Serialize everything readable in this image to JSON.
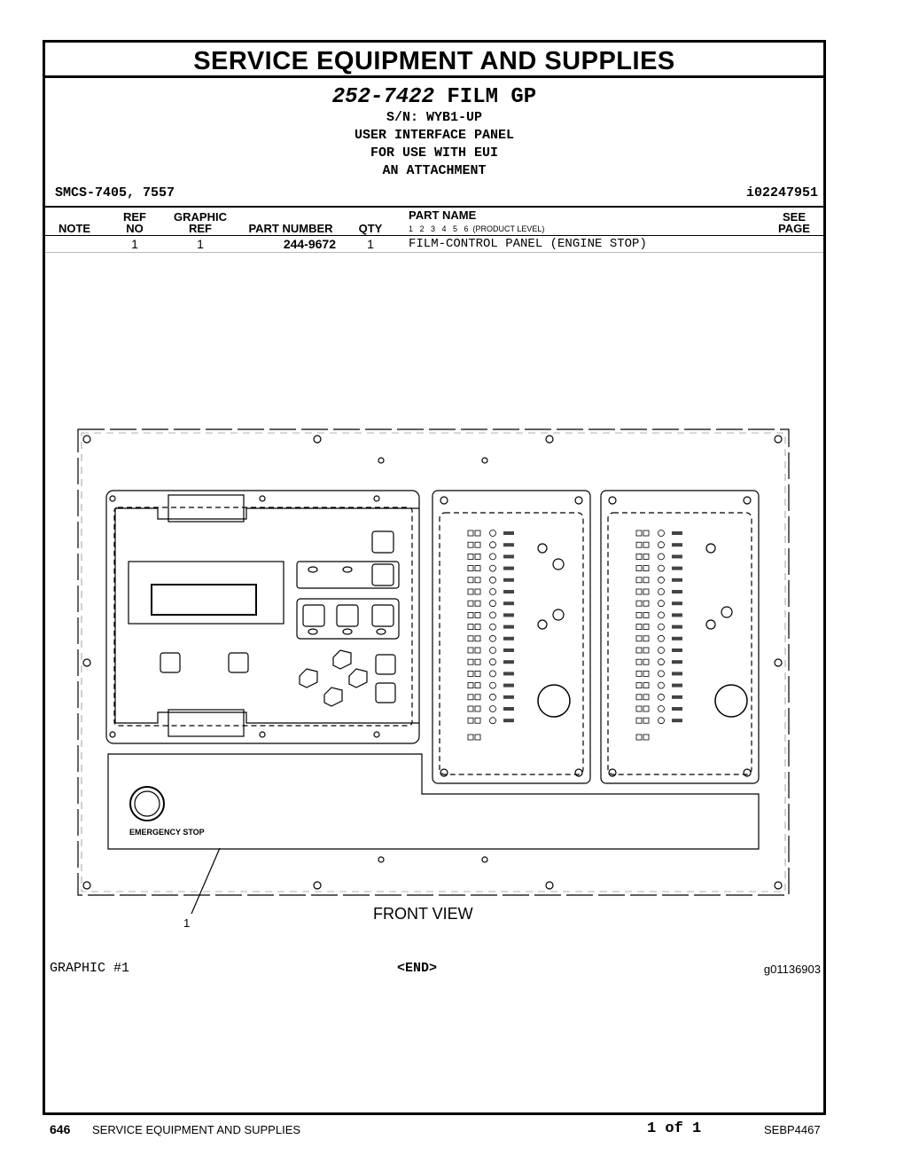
{
  "page_title": "SERVICE EQUIPMENT AND SUPPLIES",
  "group": {
    "number": "252-7422",
    "name": "FILM GP",
    "serial": "S/N: WYB1-UP",
    "lines": [
      "USER INTERFACE PANEL",
      "FOR USE WITH EUI",
      "AN ATTACHMENT"
    ]
  },
  "smcs": "SMCS-7405, 7557",
  "illustration_id": "i02247951",
  "table": {
    "headers": {
      "note": "NOTE",
      "ref_top": "REF",
      "ref_bottom": "NO",
      "graphic_top": "GRAPHIC",
      "graphic_bottom": "REF",
      "part_number": "PART NUMBER",
      "qty": "QTY",
      "part_name": "PART NAME",
      "product_level": "1   2   3   4   5   6  (PRODUCT LEVEL)",
      "see_top": "SEE",
      "see_bottom": "PAGE"
    },
    "rows": [
      {
        "note": "",
        "ref_no": "1",
        "graphic_ref": "1",
        "part_number": "244-9672",
        "qty": "1",
        "part_name": "FILM-CONTROL PANEL (ENGINE STOP)",
        "see_page": ""
      }
    ]
  },
  "graphic": {
    "caption": "FRONT VIEW",
    "callout": "1",
    "emergency_label": "EMERGENCY STOP",
    "graphic_label": "GRAPHIC #1",
    "end_label": "<END>",
    "graphic_id": "g01136903"
  },
  "footer": {
    "page_number": "646",
    "section": "SERVICE EQUIPMENT AND SUPPLIES",
    "page_of": "1 of 1",
    "doc_id": "SEBP4467"
  }
}
